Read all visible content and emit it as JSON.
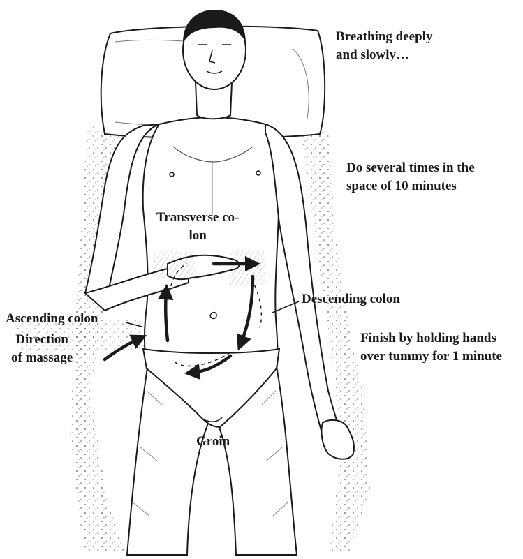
{
  "colors": {
    "ink": "#1a1a1a",
    "background": "#ffffff"
  },
  "notes": {
    "breathing": [
      "Breathing deeply",
      "and slowly…"
    ],
    "repeat": [
      "Do several times in the",
      "space of 10 minutes"
    ],
    "finish": [
      "Finish by holding hands",
      "over tummy for 1 minute"
    ]
  },
  "anatomy": {
    "transverse": [
      "Transverse co-",
      "lon"
    ],
    "ascending": "Ascending colon",
    "descending": "Descending colon",
    "groin": "Groin"
  },
  "massage": {
    "direction": [
      "Direction",
      "of massage"
    ]
  },
  "icons": {
    "figure": "lying-person-figure",
    "arrows": "clockwise-massage-arrows"
  }
}
